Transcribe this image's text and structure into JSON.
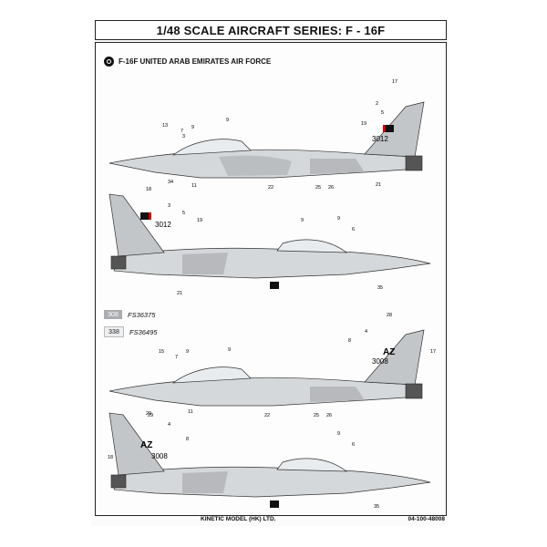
{
  "title": "1/48 SCALE AIRCRAFT SERIES: F - 16F",
  "subtitle": "F-16F UNITED ARAB EMIRATES AIR FORCE",
  "legend": [
    {
      "code": "308",
      "name": "FS36375"
    },
    {
      "code": "338",
      "name": "FS36495"
    }
  ],
  "aircraft": [
    {
      "serial": "3012",
      "tail_code": "",
      "callouts": [
        "17",
        "2",
        "5",
        "19",
        "13",
        "7",
        "9",
        "9",
        "3",
        "34",
        "11",
        "22",
        "25",
        "26",
        "21"
      ]
    },
    {
      "serial": "3012",
      "tail_code": "",
      "callouts": [
        "18",
        "3",
        "5",
        "19",
        "9",
        "9",
        "6",
        "28",
        "35",
        "21"
      ]
    },
    {
      "serial": "3008",
      "tail_code": "AZ",
      "callouts": [
        "28",
        "4",
        "8",
        "17",
        "15",
        "7",
        "9",
        "9",
        "29",
        "11",
        "22",
        "25",
        "26"
      ]
    },
    {
      "serial": "3008",
      "tail_code": "AZ",
      "callouts": [
        "29",
        "4",
        "8",
        "18",
        "9",
        "6",
        "35",
        "28"
      ]
    }
  ],
  "footer": {
    "company": "KINETIC MODEL (HK) LTD.",
    "code": "04-100-48008"
  },
  "colors": {
    "dark_grey": "#a9adb0",
    "light_grey": "#eceeef",
    "outline": "#222222"
  }
}
